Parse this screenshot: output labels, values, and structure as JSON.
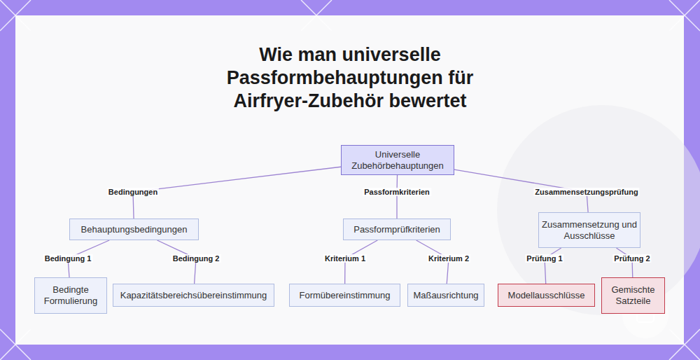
{
  "diagram": {
    "title": "Wie man universelle Passformbehauptungen für Airfryer-Zubehör bewertet",
    "nodes": [
      {
        "text": [
          "Universelle Zubehörbehauptungen"
        ]
      },
      {
        "text": [
          "Behauptungsbedingungen"
        ]
      },
      {
        "text": [
          "Passformprüfkriterien"
        ]
      },
      {
        "text": [
          "Zusammensetzung und Ausschlüsse"
        ]
      },
      {
        "text": [
          "Bedingte Formulierung"
        ]
      },
      {
        "text": [
          "Kapazitätsbereichsübereinstimmung"
        ]
      },
      {
        "text": [
          "Formübereinstimmung"
        ]
      },
      {
        "text": [
          "Maßausrichtung"
        ]
      },
      {
        "text": [
          "Modellausschlüsse"
        ]
      },
      {
        "text": [
          "Gemischte Satzteile"
        ]
      }
    ],
    "edges": [
      {
        "from": 0,
        "to": 1,
        "label": "Bedingungen",
        "arrow": "none"
      },
      {
        "from": 0,
        "to": 2,
        "label": "Passformkriterien",
        "arrow": "none"
      },
      {
        "from": 0,
        "to": 3,
        "label": "Zusammensetzungsprüfung",
        "arrow": "none"
      },
      {
        "from": 1,
        "to": 4,
        "label": "Bedingung 1",
        "arrow": "none"
      },
      {
        "from": 1,
        "to": 5,
        "label": "Bedingung 2",
        "arrow": "none"
      },
      {
        "from": 2,
        "to": 6,
        "label": "Kriterium 1",
        "arrow": "none"
      },
      {
        "from": 2,
        "to": 7,
        "label": "Kriterium 2",
        "arrow": "none"
      },
      {
        "from": 3,
        "to": 8,
        "label": "Prüfung 1",
        "arrow": "none"
      },
      {
        "from": 3,
        "to": 9,
        "label": "Prüfung 2",
        "arrow": "none"
      }
    ]
  }
}
